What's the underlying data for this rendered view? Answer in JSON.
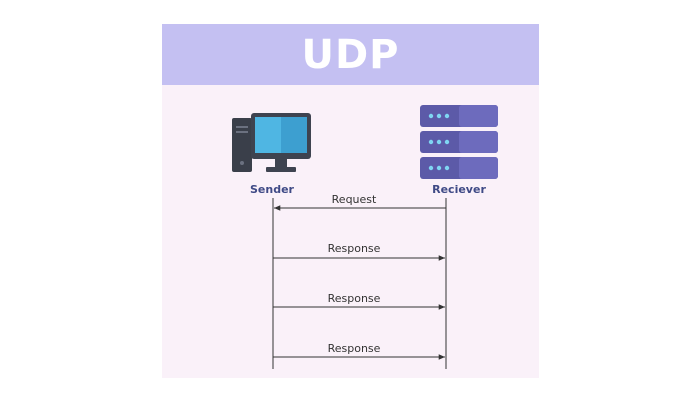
{
  "banner": {
    "title": "UDP"
  },
  "actors": {
    "sender": {
      "label": "Sender",
      "icon": "desktop-computer-icon"
    },
    "receiver": {
      "label": "Reciever",
      "icon": "server-stack-icon"
    }
  },
  "messages": [
    {
      "label": "Request",
      "from": "receiver",
      "to": "sender"
    },
    {
      "label": "Response",
      "from": "sender",
      "to": "receiver"
    },
    {
      "label": "Response",
      "from": "sender",
      "to": "receiver"
    },
    {
      "label": "Response",
      "from": "sender",
      "to": "receiver"
    }
  ],
  "colors": {
    "banner": "#c4c0f2",
    "card_background": "#faf1f9",
    "actor_label": "#3f4a86",
    "monitor_screen": "#4fb6e3",
    "server_body": "#5c5aa8",
    "server_lights": "#7fd6f2"
  }
}
